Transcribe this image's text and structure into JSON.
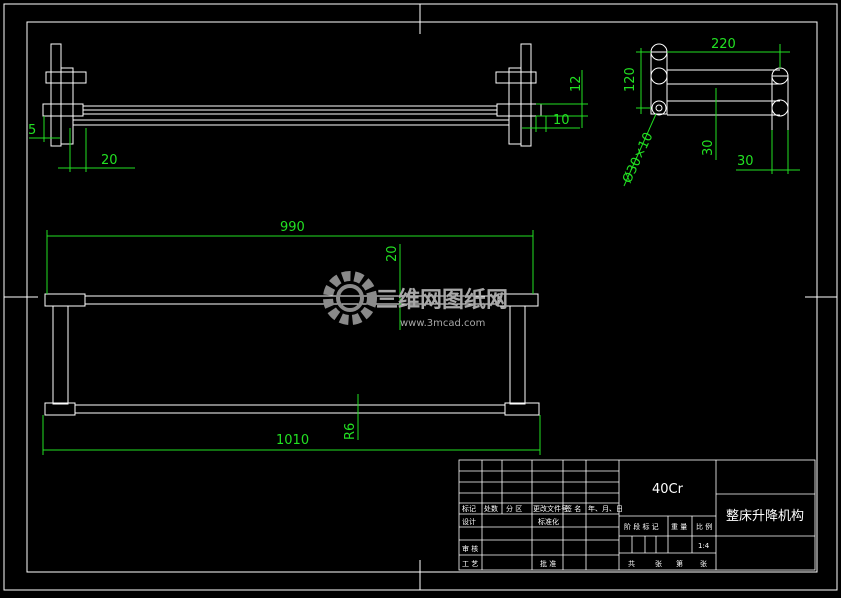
{
  "colors": {
    "background": "#000000",
    "geometry": "#ffffff",
    "dimension": "#22e022",
    "watermark": "#9a9a9a"
  },
  "dimensions": {
    "front_5": "5",
    "front_20": "20",
    "front_12": "12",
    "front_10": "10",
    "side_220": "220",
    "side_120": "120",
    "side_30_vertical": "30",
    "side_30_horizontal": "30",
    "side_tube": "Ø30×10",
    "plan_990": "990",
    "plan_20": "20",
    "plan_1010": "1010",
    "plan_r6": "R6"
  },
  "watermark": {
    "text": "三维网图纸网",
    "url": "www.3mcad.com"
  },
  "title_block": {
    "material": "40Cr",
    "drawing_name": "整床升降机构",
    "scale": "1:4",
    "header_labels": [
      "标记",
      "处数",
      "分 区",
      "更改文件号",
      "签 名",
      "年、月、日"
    ],
    "row_design": "设计",
    "row_standard": "标准化",
    "row_stage": "阶 段 标 记",
    "row_weight": "重 量",
    "row_ratio": "比 例",
    "row_review": "审 核",
    "row_process": "工 艺",
    "row_approve": "批 准",
    "sheet_labels": [
      "共",
      "张",
      "第",
      "张"
    ]
  }
}
